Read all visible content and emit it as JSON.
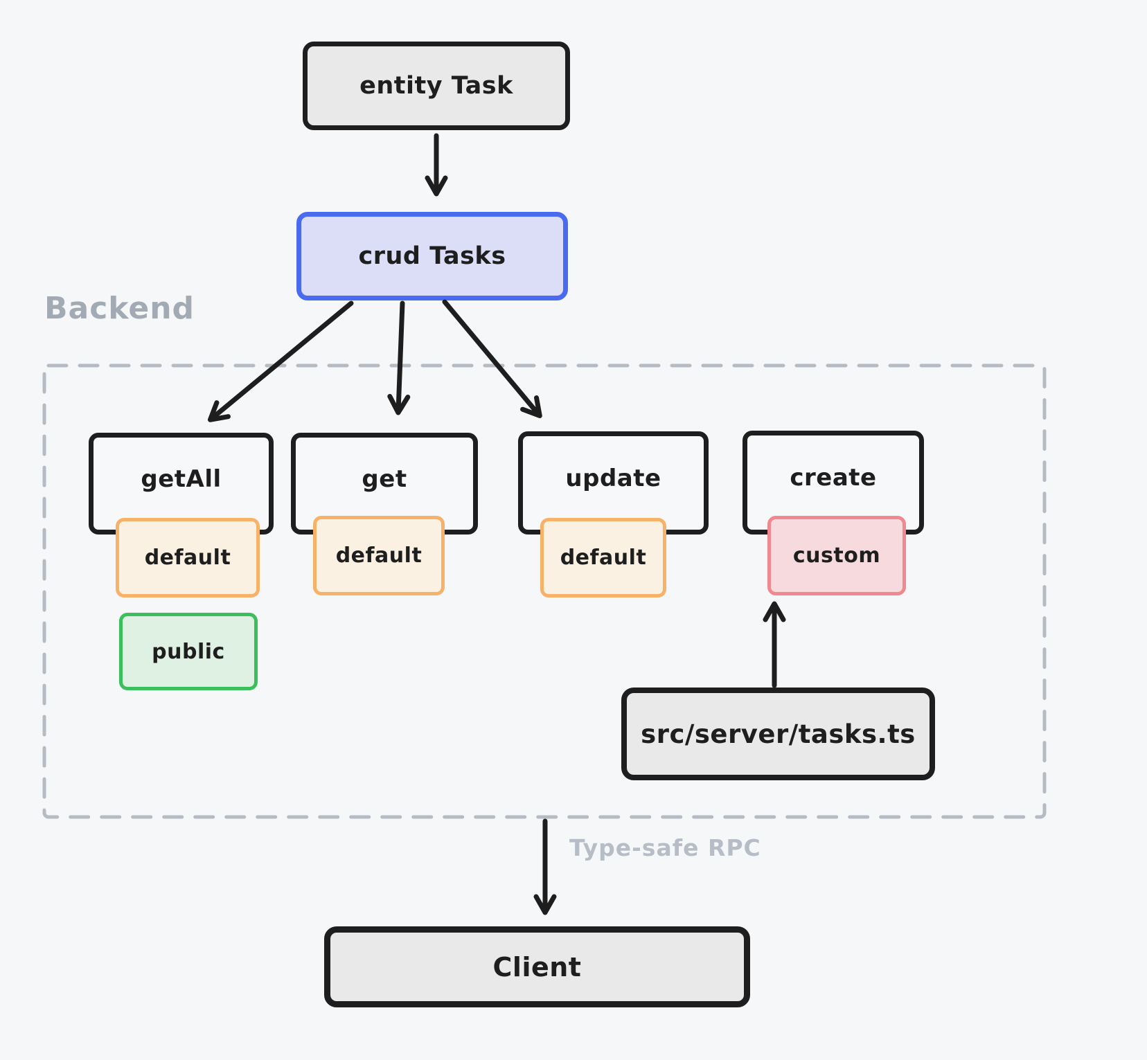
{
  "nodes": {
    "entity_task": {
      "label": "entity Task"
    },
    "crud_tasks": {
      "label": "crud Tasks"
    },
    "get_all": {
      "label": "getAll"
    },
    "get": {
      "label": "get"
    },
    "update": {
      "label": "update"
    },
    "create": {
      "label": "create"
    },
    "source_file": {
      "label": "src/server/tasks.ts"
    },
    "client": {
      "label": "Client"
    }
  },
  "badges": {
    "get_all_default": {
      "label": "default"
    },
    "get_default": {
      "label": "default"
    },
    "update_default": {
      "label": "default"
    },
    "create_custom": {
      "label": "custom"
    },
    "get_all_public": {
      "label": "public"
    }
  },
  "labels": {
    "backend_group": "Backend",
    "rpc_edge": "Type-safe RPC"
  },
  "colors": {
    "background": "#f6f7f9",
    "stroke_black": "#1e1e1e",
    "node_gray_fill": "#e9e9e9",
    "crud_border_blue": "#4a6af0",
    "crud_fill_lavender": "#dcddf6",
    "default_border_orange": "#f7b26a",
    "default_fill_cream": "#fbf1e2",
    "custom_border_pink": "#f1888f",
    "custom_fill_pink": "#f7dade",
    "public_border_green": "#3abf5c",
    "public_fill_green": "#def1e3",
    "group_dash_gray": "#b5bbc3",
    "group_label_gray": "#a2aab3",
    "edge_label_gray": "#b6bdc7"
  }
}
